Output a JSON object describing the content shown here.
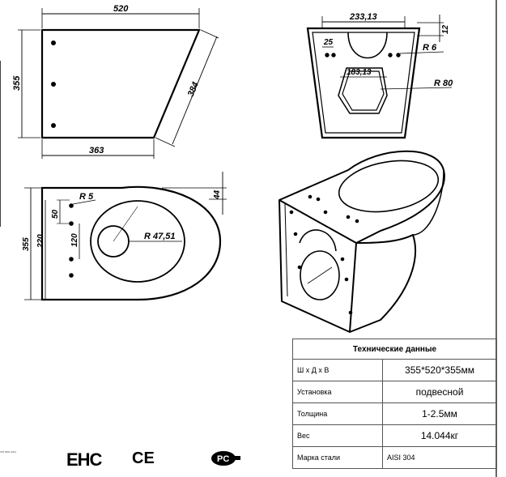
{
  "front_view": {
    "dims": {
      "width_top": "520",
      "height": "355",
      "width_bottom": "363",
      "slant": "384"
    }
  },
  "top_view": {
    "dims": {
      "depth_top": "44",
      "hole_offset": "50",
      "hole_spacing": "120",
      "base_height": "220",
      "height": "355"
    },
    "radius_hole": "R 5",
    "radius_bowl": "R 47,51"
  },
  "side_view": {
    "dims": {
      "width_top": "233,13",
      "small_offset": "25",
      "top_offset": "12",
      "inner_width": "183,13"
    },
    "radius_hole": "R 6",
    "radius_outlet": "R 80"
  },
  "spec_table": {
    "title": "Технические данные",
    "rows": [
      {
        "label": "Ш х Д х В",
        "value": "355*520*355мм"
      },
      {
        "label": "Установка",
        "value": "подвесной"
      },
      {
        "label": "Толщина",
        "value": "1-2.5мм"
      },
      {
        "label": "Вес",
        "value": "14.044кг"
      },
      {
        "label": "Марка стали",
        "value": "AISI 304"
      }
    ]
  },
  "certifications": {
    "iso_text": "ISO 9001-2011",
    "eac": "ЕНС",
    "ce": "CE"
  }
}
